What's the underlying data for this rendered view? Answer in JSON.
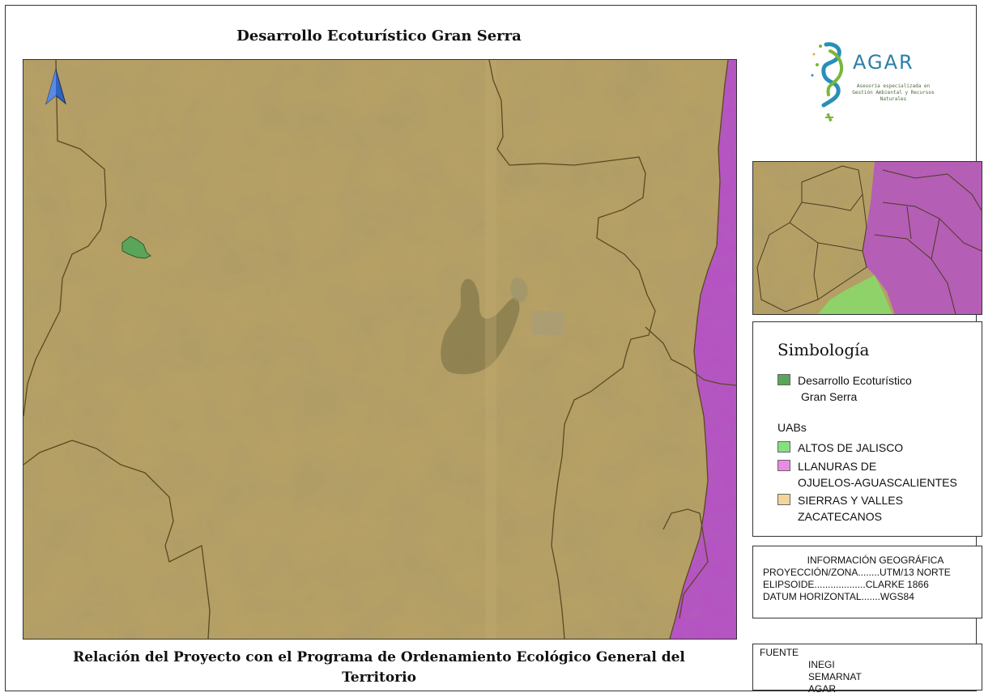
{
  "map_title": "Desarrollo Ecoturístico Gran Serra",
  "map_subtitle_line1": "Relación del Proyecto con el Programa de Ordenamiento Ecológico General del",
  "map_subtitle_line2": "Territorio",
  "logo": {
    "name": "AGAR",
    "tagline_line1": "Asesoría especializada en",
    "tagline_line2": "Gestión Ambiental y Recursos Naturales"
  },
  "legend": {
    "title": "Simbología",
    "project_label_line1": "Desarrollo Ecoturístico",
    "project_label_line2": "Gran Serra",
    "section_label": "UABs",
    "items": [
      {
        "line1": "ALTOS DE JALISCO",
        "line2": "",
        "color": "#86e07f"
      },
      {
        "line1": "LLANURAS DE",
        "line2": "OJUELOS-AGUASCALIENTES",
        "color": "#e98ae4"
      },
      {
        "line1": "SIERRAS Y VALLES",
        "line2": "ZACATECANOS",
        "color": "#f3d49b"
      }
    ],
    "project_color": "#5aa55a"
  },
  "geo_info": {
    "heading": "INFORMACIÓN GEOGRÁFICA",
    "lines": [
      "PROYECCIÓN/ZONA........UTM/13 NORTE",
      "ELIPSOIDE...................CLARKE 1866",
      "DATUM HORIZONTAL.......WGS84"
    ]
  },
  "sources": {
    "heading": "FUENTE",
    "items": [
      "INEGI",
      "SEMARNAT",
      "AGAR"
    ]
  },
  "colors": {
    "sierras_fill": "#b6a064",
    "llanuras_fill": "#b552c3",
    "altos_fill": "#8fd26a",
    "boundary": "#5a4a22",
    "north_arrow": "#2f63c4"
  }
}
